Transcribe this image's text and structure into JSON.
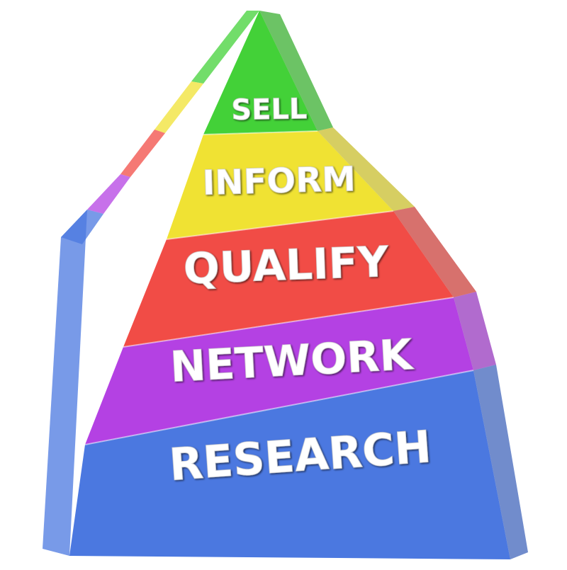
{
  "levels": [
    {
      "label": "SELL",
      "color": "#43d138"
    },
    {
      "label": "INFORM",
      "color": "#f0e233"
    },
    {
      "label": "QUALIFY",
      "color": "#f14c46"
    },
    {
      "label": "NETWORK",
      "color": "#b441e3"
    },
    {
      "label": "RESEARCH",
      "color": "#4b78e0"
    }
  ]
}
